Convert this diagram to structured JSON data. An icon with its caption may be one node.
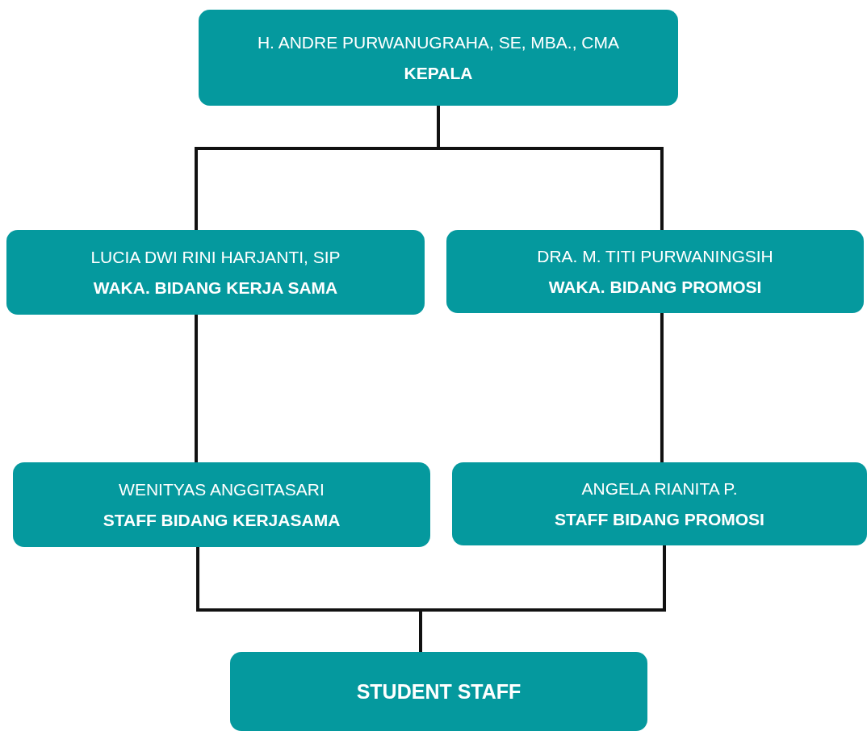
{
  "diagram": {
    "nodes": [
      {
        "text": [
          "H. ANDRE PURWANUGRAHA, SE, MBA., CMA",
          "KEPALA"
        ]
      },
      {
        "text": [
          "LUCIA DWI RINI HARJANTI, SIP",
          "WAKA. BIDANG KERJA SAMA"
        ]
      },
      {
        "text": [
          "DRA. M. TITI PURWANINGSIH",
          "WAKA. BIDANG PROMOSI"
        ]
      },
      {
        "text": [
          "WENITYAS ANGGITASARI",
          "STAFF BIDANG KERJASAMA"
        ]
      },
      {
        "text": [
          "ANGELA RIANITA P.",
          "STAFF BIDANG PROMOSI"
        ]
      },
      {
        "text": [
          "STUDENT STAFF"
        ]
      }
    ],
    "edges": [
      {
        "from": 0,
        "to": 1,
        "arrow": "none"
      },
      {
        "from": 0,
        "to": 2,
        "arrow": "none"
      },
      {
        "from": 1,
        "to": 3,
        "arrow": "none"
      },
      {
        "from": 2,
        "to": 4,
        "arrow": "none"
      },
      {
        "from": 3,
        "to": 5,
        "arrow": "none"
      },
      {
        "from": 4,
        "to": 5,
        "arrow": "none"
      }
    ]
  }
}
